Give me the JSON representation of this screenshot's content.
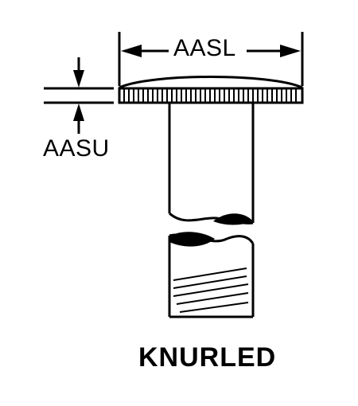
{
  "labels": {
    "top_dimension": "AASL",
    "side_dimension": "AASU",
    "caption": "KNURLED"
  },
  "colors": {
    "line": "#000000",
    "background": "#ffffff"
  }
}
